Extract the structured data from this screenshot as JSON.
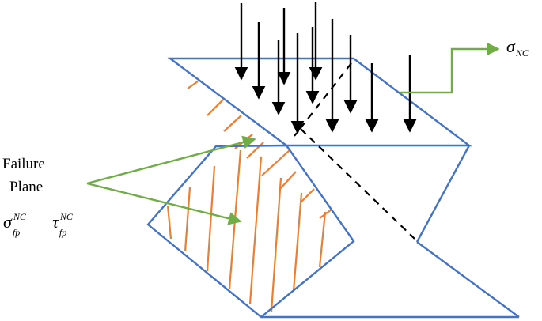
{
  "labels": {
    "failure_line1": "Failure",
    "failure_line2": "Plane",
    "sigma_fp": {
      "base": "σ",
      "sup": "NC",
      "sub": "fp"
    },
    "tau_fp": {
      "base": "τ",
      "sup": "NC",
      "sub": "fp"
    },
    "sigma_nc": {
      "base": "σ",
      "sub": "NC"
    }
  },
  "colors": {
    "outline": "#4472C4",
    "hatch": "#ED7D31",
    "leader": "#70AD47",
    "arrow": "#000000",
    "dashed": "#000000"
  }
}
